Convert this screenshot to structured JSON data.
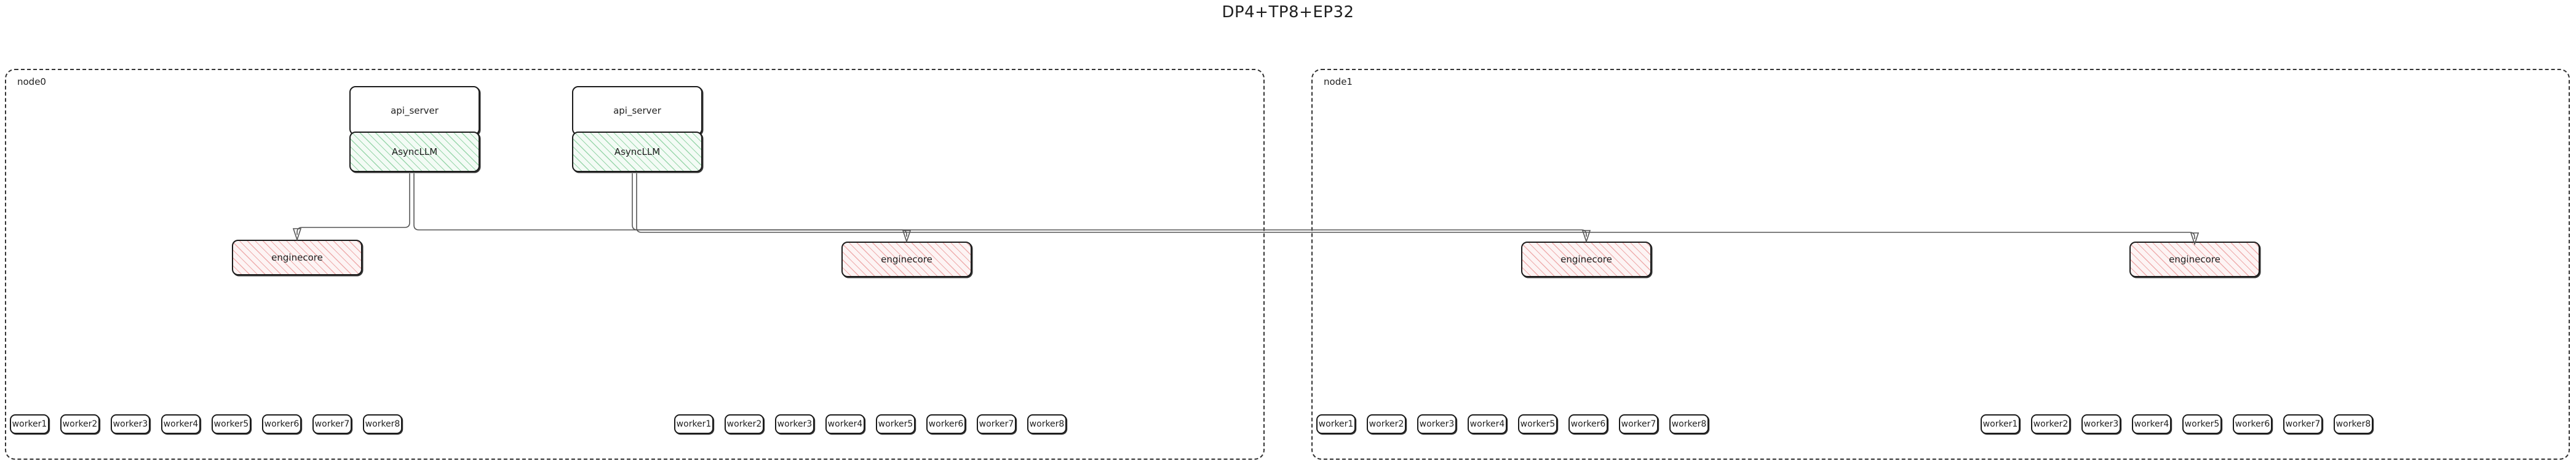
{
  "title": "DP4+TP8+EP32",
  "palette": {
    "background": "#ffffff",
    "text": "#1f1f1f",
    "box_border": "#1b1b1b",
    "cluster_border": "#333333",
    "asyncllm_hatch": "#4fb76e",
    "asyncllm_fill": "#f3fbf5",
    "enginecore_hatch": "#e27070",
    "enginecore_fill": "#fdf4f4",
    "connector": "#555555"
  },
  "nodes": [
    {
      "id": "node0",
      "label": "node0",
      "servers": [
        {
          "api_server": "api_server",
          "asyncllm": "AsyncLLM"
        },
        {
          "api_server": "api_server",
          "asyncllm": "AsyncLLM"
        }
      ],
      "enginecores": [
        {
          "label": "enginecore"
        },
        {
          "label": "enginecore"
        }
      ],
      "worker_groups": [
        {
          "workers": [
            "worker1",
            "worker2",
            "worker3",
            "worker4",
            "worker5",
            "worker6",
            "worker7",
            "worker8"
          ]
        },
        {
          "workers": [
            "worker1",
            "worker2",
            "worker3",
            "worker4",
            "worker5",
            "worker6",
            "worker7",
            "worker8"
          ]
        }
      ]
    },
    {
      "id": "node1",
      "label": "node1",
      "servers": [],
      "enginecores": [
        {
          "label": "enginecore"
        },
        {
          "label": "enginecore"
        }
      ],
      "worker_groups": [
        {
          "workers": [
            "worker1",
            "worker2",
            "worker3",
            "worker4",
            "worker5",
            "worker6",
            "worker7",
            "worker8"
          ]
        },
        {
          "workers": [
            "worker1",
            "worker2",
            "worker3",
            "worker4",
            "worker5",
            "worker6",
            "worker7",
            "worker8"
          ]
        }
      ]
    }
  ],
  "edges": [
    {
      "from": "node0.asyncllm.0",
      "to": "node0.enginecore.0"
    },
    {
      "from": "node0.asyncllm.0",
      "to": "node1.enginecore.0"
    },
    {
      "from": "node0.asyncllm.1",
      "to": "node0.enginecore.1"
    },
    {
      "from": "node0.asyncllm.1",
      "to": "node1.enginecore.1"
    }
  ]
}
